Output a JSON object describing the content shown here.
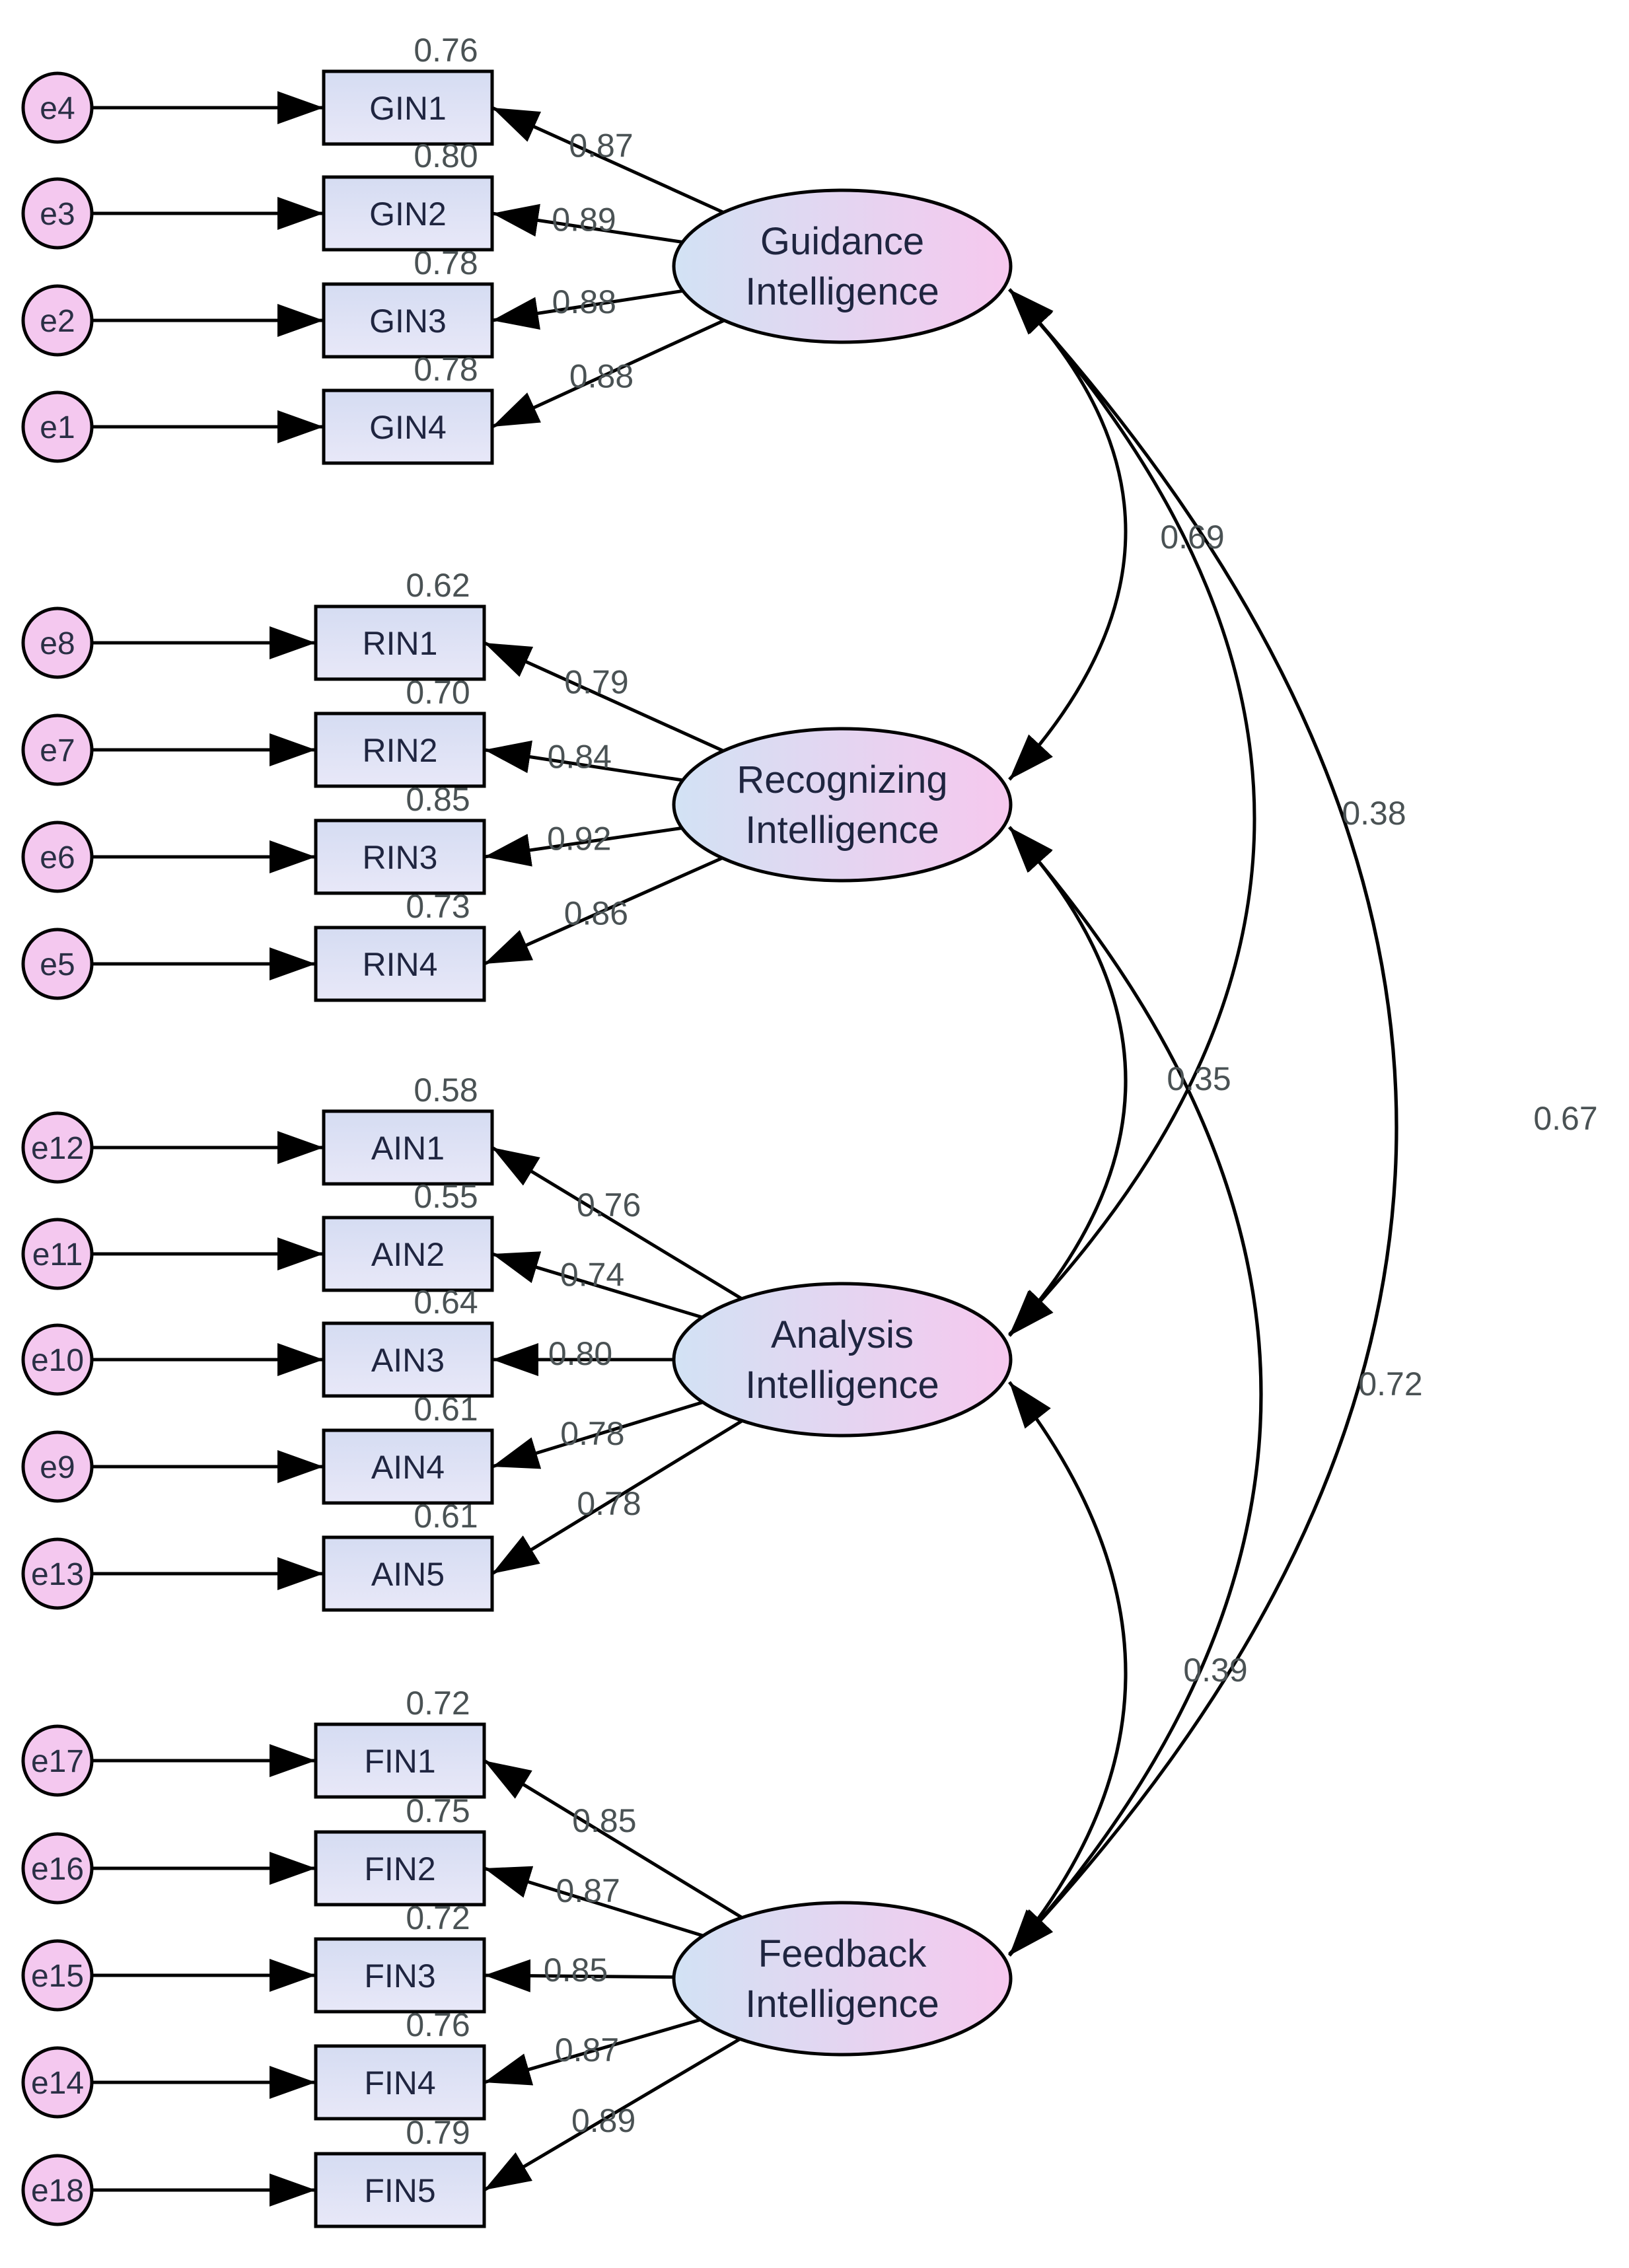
{
  "colors": {
    "error_fill": "#f4c8ef",
    "indicator_fill_top": "#d5dcf2",
    "indicator_fill_bottom": "#e8e8f8",
    "latent_fill_left": "#d2e2f4",
    "latent_fill_right": "#f6c8ee",
    "stroke": "#000000",
    "coef_text": "#4a5254"
  },
  "latents": [
    {
      "id": "G",
      "label_line1": "Guidance",
      "label_line2": "Intelligence"
    },
    {
      "id": "R",
      "label_line1": "Recognizing",
      "label_line2": "Intelligence"
    },
    {
      "id": "A",
      "label_line1": "Analysis",
      "label_line2": "Intelligence"
    },
    {
      "id": "F",
      "label_line1": "Feedback",
      "label_line2": "Intelligence"
    }
  ],
  "indicators": [
    {
      "label": "GIN1",
      "error": "e4",
      "latent": "G",
      "loading": "0.87",
      "r2": "0.76"
    },
    {
      "label": "GIN2",
      "error": "e3",
      "latent": "G",
      "loading": "0.89",
      "r2": "0.80"
    },
    {
      "label": "GIN3",
      "error": "e2",
      "latent": "G",
      "loading": "0.88",
      "r2": "0.78"
    },
    {
      "label": "GIN4",
      "error": "e1",
      "latent": "G",
      "loading": "0.88",
      "r2": "0.78"
    },
    {
      "label": "RIN1",
      "error": "e8",
      "latent": "R",
      "loading": "0.79",
      "r2": "0.62"
    },
    {
      "label": "RIN2",
      "error": "e7",
      "latent": "R",
      "loading": "0.84",
      "r2": "0.70"
    },
    {
      "label": "RIN3",
      "error": "e6",
      "latent": "R",
      "loading": "0.92",
      "r2": "0.85"
    },
    {
      "label": "RIN4",
      "error": "e5",
      "latent": "R",
      "loading": "0.86",
      "r2": "0.73"
    },
    {
      "label": "AIN1",
      "error": "e12",
      "latent": "A",
      "loading": "0.76",
      "r2": "0.58"
    },
    {
      "label": "AIN2",
      "error": "e11",
      "latent": "A",
      "loading": "0.74",
      "r2": "0.55"
    },
    {
      "label": "AIN3",
      "error": "e10",
      "latent": "A",
      "loading": "0.80",
      "r2": "0.64"
    },
    {
      "label": "AIN4",
      "error": "e9",
      "latent": "A",
      "loading": "0.78",
      "r2": "0.61"
    },
    {
      "label": "AIN5",
      "error": "e13",
      "latent": "A",
      "loading": "0.78",
      "r2": "0.61"
    },
    {
      "label": "FIN1",
      "error": "e17",
      "latent": "F",
      "loading": "0.85",
      "r2": "0.72"
    },
    {
      "label": "FIN2",
      "error": "e16",
      "latent": "F",
      "loading": "0.87",
      "r2": "0.75"
    },
    {
      "label": "FIN3",
      "error": "e15",
      "latent": "F",
      "loading": "0.85",
      "r2": "0.72"
    },
    {
      "label": "FIN4",
      "error": "e14",
      "latent": "F",
      "loading": "0.87",
      "r2": "0.76"
    },
    {
      "label": "FIN5",
      "error": "e18",
      "latent": "F",
      "loading": "0.89",
      "r2": "0.79"
    }
  ],
  "correlations": [
    {
      "from": "G",
      "to": "R",
      "value": "0.69"
    },
    {
      "from": "G",
      "to": "A",
      "value": "0.38"
    },
    {
      "from": "G",
      "to": "F",
      "value": "0.67"
    },
    {
      "from": "R",
      "to": "A",
      "value": "0.35"
    },
    {
      "from": "R",
      "to": "F",
      "value": "0.72"
    },
    {
      "from": "A",
      "to": "F",
      "value": "0.39"
    }
  ]
}
